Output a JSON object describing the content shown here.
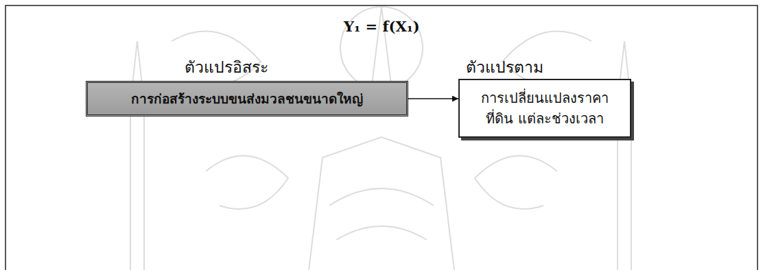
{
  "diagram": {
    "title": "Y₁ = f(X₁)",
    "nodes": [
      {
        "text": [
          "การก่อสร้างระบบขนส่งมวลชนขนาดใหญ่"
        ]
      },
      {
        "text": [
          "การเปลี่ยนแปลงราคาที่ดิน แต่ละช่วงเวลา"
        ]
      }
    ],
    "edges": [
      {
        "from": 0,
        "to": 1,
        "arrow": "to"
      }
    ],
    "labels": [
      "ตัวแปรอิสระ",
      "ตัวแปรตาม"
    ]
  }
}
